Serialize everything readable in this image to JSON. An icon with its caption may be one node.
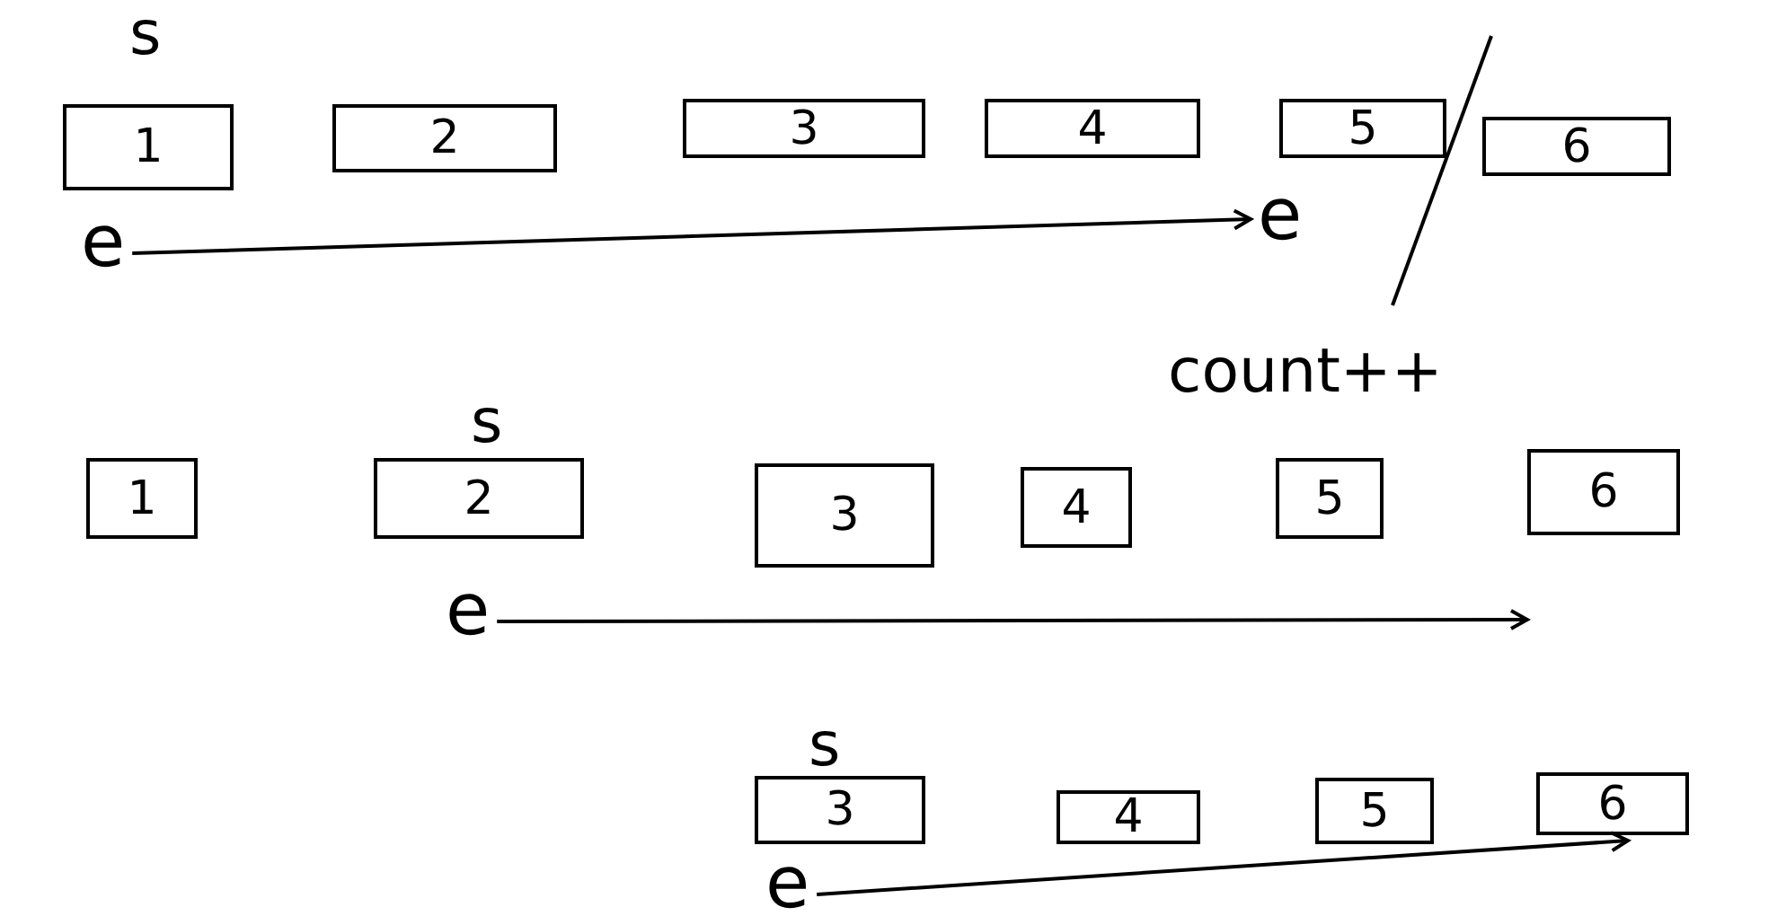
{
  "diagram": {
    "nodes": [
      {
        "text": [
          "1"
        ]
      },
      {
        "text": [
          "2"
        ]
      },
      {
        "text": [
          "3"
        ]
      },
      {
        "text": [
          "4"
        ]
      },
      {
        "text": [
          "5"
        ]
      },
      {
        "text": [
          "6"
        ]
      },
      {
        "text": [
          "e"
        ]
      },
      {
        "text": [
          "e"
        ]
      },
      {
        "text": [
          "1"
        ]
      },
      {
        "text": [
          "2"
        ]
      },
      {
        "text": [
          "3"
        ]
      },
      {
        "text": [
          "4"
        ]
      },
      {
        "text": [
          "5"
        ]
      },
      {
        "text": [
          "6"
        ]
      },
      {
        "text": [
          "e"
        ]
      },
      {
        "text": [
          "3"
        ]
      },
      {
        "text": [
          "4"
        ]
      },
      {
        "text": [
          "5"
        ]
      },
      {
        "text": [
          "6"
        ]
      },
      {
        "text": [
          "e"
        ]
      }
    ],
    "edges": [
      {
        "from": 6,
        "to": 7,
        "arrow": "to"
      },
      {
        "from": 14,
        "to": null,
        "arrow": "to"
      },
      {
        "from": 19,
        "to": 18,
        "arrow": "to"
      }
    ],
    "labels": [
      "s",
      "count++",
      "s",
      "s"
    ]
  }
}
